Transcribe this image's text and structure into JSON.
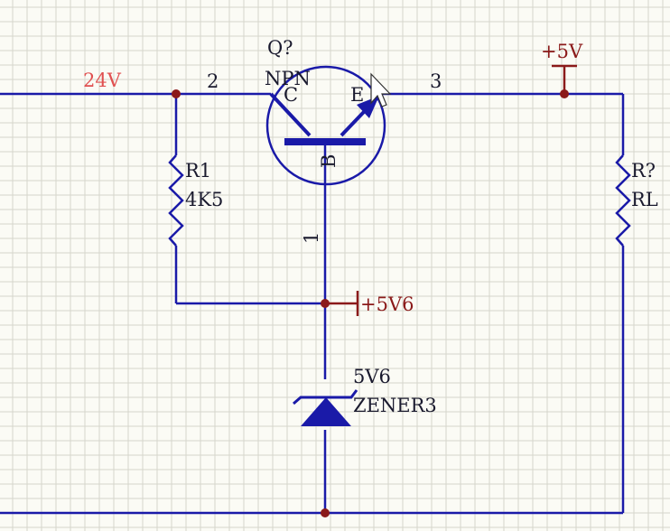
{
  "colors": {
    "wire": "#1a1aa8",
    "component": "#1a1aa8",
    "junction": "#8b1a1a",
    "power_label": "#8b1a1a",
    "net_label_24v": "#e05050",
    "grid": "#d6d6cc",
    "background": "#fbfbf5",
    "text": "#1a1a2e"
  },
  "labels": {
    "net_24v": "24V",
    "pin2": "2",
    "pin3": "3",
    "pin1": "1",
    "transistor_designator": "Q?",
    "transistor_type": "NPN",
    "pin_c": "C",
    "pin_e": "E",
    "pin_b": "B",
    "r1_designator": "R1",
    "r1_value": "4K5",
    "rl_designator": "R?",
    "rl_value": "RL",
    "power_5v": "+5V",
    "power_5v6": "+5V6",
    "zener_value": "5V6",
    "zener_part": "ZENER3"
  }
}
